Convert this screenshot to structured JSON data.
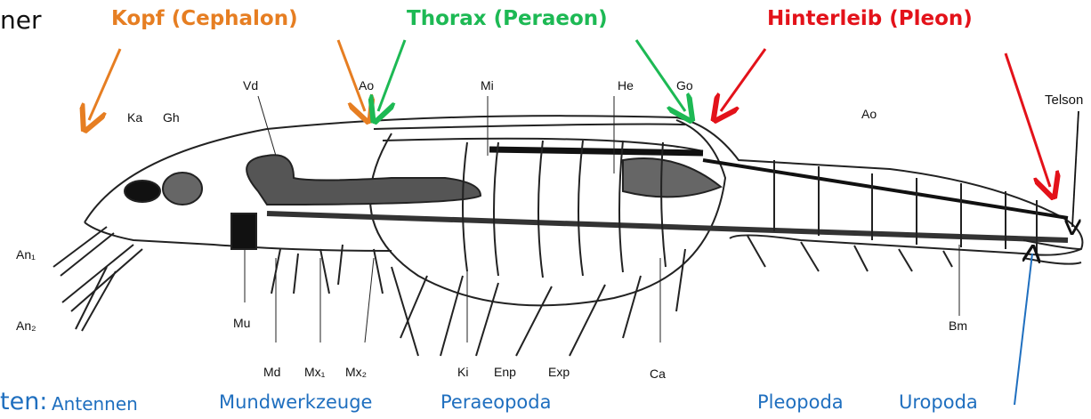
{
  "colors": {
    "head": "#e67e22",
    "thorax": "#1db954",
    "pleon": "#e3121a",
    "blue": "#1f6fbf",
    "ink": "#111111"
  },
  "partial_left_text": "ner",
  "regions": {
    "head": "Kopf (Cephalon)",
    "thorax": "Thorax (Peraeon)",
    "pleon": "Hinterleib (Pleon)"
  },
  "telson": "Telson",
  "labels": {
    "vd": "Vd",
    "ao1": "Ao",
    "mi": "Mi",
    "he": "He",
    "go": "Go",
    "ao2": "Ao",
    "ka": "Ka",
    "gh": "Gh",
    "an1": "An₁",
    "an2": "An₂",
    "mu": "Mu",
    "md": "Md",
    "mx1": "Mx₁",
    "mx2": "Mx₂",
    "ki": "Ki",
    "enp": "Enp",
    "exp": "Exp",
    "ca": "Ca",
    "bm": "Bm"
  },
  "appendages": {
    "prefix": "ten:",
    "items": [
      "Antennen",
      "Mundwerkzeuge",
      "Peraeopoda",
      "Pleopoda",
      "Uropoda"
    ]
  }
}
